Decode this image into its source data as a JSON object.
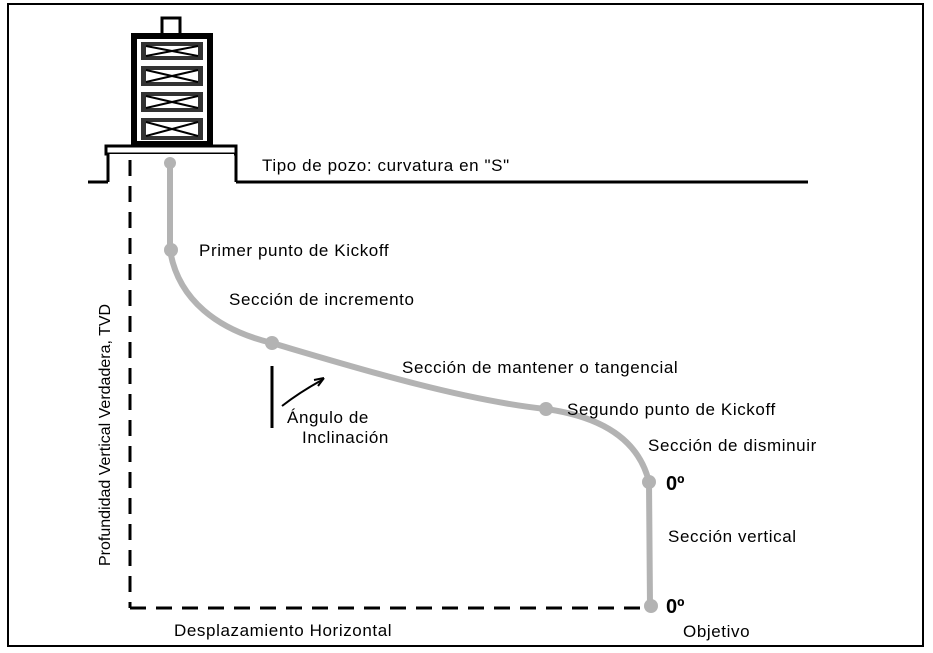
{
  "labels": {
    "well_type": "Tipo de pozo: curvatura en \"S\"",
    "first_kickoff": "Primer punto de Kickoff",
    "build_section": "Sección de incremento",
    "hold_section": "Sección de mantener o tangencial",
    "second_kickoff": "Segundo punto de Kickoff",
    "angle_line1": "Ángulo de",
    "angle_line2": "Inclinación",
    "drop_section": "Sección de disminuir",
    "vertical_section": "Sección vertical",
    "deg_upper": "0º",
    "deg_lower": "0º",
    "tvd_axis": "Profundidad Vertical Verdadera, TVD",
    "horizontal_axis": "Desplazamiento Horizontal",
    "target": "Objetivo"
  },
  "colors": {
    "well_path": "#b3b3b3",
    "line": "#000000"
  }
}
